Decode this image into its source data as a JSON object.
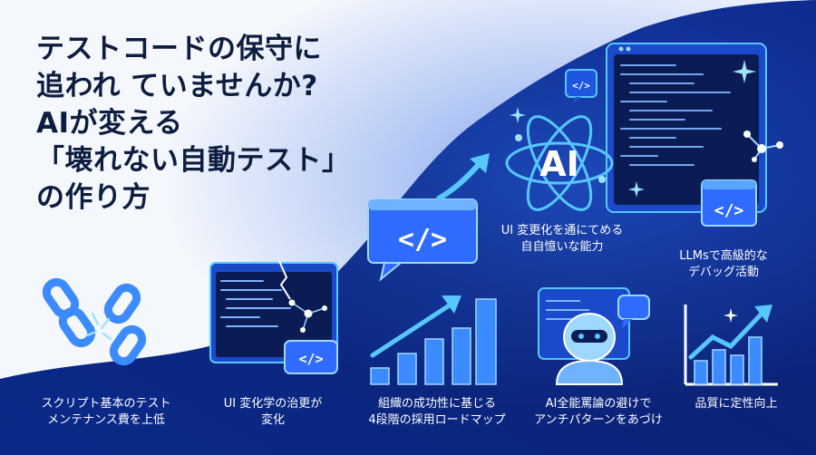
{
  "headline": {
    "lines": [
      "テストコードの保守に",
      "追われ ていませんか?",
      "AIが変える",
      "「壊れない自動テスト」",
      "の作り方"
    ]
  },
  "features": [
    {
      "lines": [
        "スクリプト基本のテスト",
        "メンテナンス費を上低"
      ],
      "icon": "broken-chain-icon"
    },
    {
      "lines": [
        "UI 変化学の治更が",
        "変化"
      ],
      "icon": "code-window-icon"
    },
    {
      "lines": [
        "組織の成功性に基じる",
        "4段階の採用ロードマップ"
      ],
      "icon": "growth-chart-icon"
    },
    {
      "lines": [
        "AI全能罵論の避けで",
        "アンチパターンをあづけ"
      ],
      "icon": "robot-icon"
    },
    {
      "lines": [
        "品質に定性向上"
      ],
      "icon": "quality-chart-icon"
    }
  ],
  "ai_block": {
    "badge": "AI",
    "lines": [
      "UI 変更化を通にてめる",
      "自自憶いな能力"
    ]
  },
  "llm_block": {
    "lines": [
      "LLMsで高級的な",
      "デバッグ活動"
    ]
  },
  "code_symbol": "</>",
  "colors": {
    "navy": "#0d1d3f",
    "deep": "#0a1e63",
    "accent": "#2f6bff",
    "glow": "#57c7ff",
    "white": "#ffffff"
  }
}
